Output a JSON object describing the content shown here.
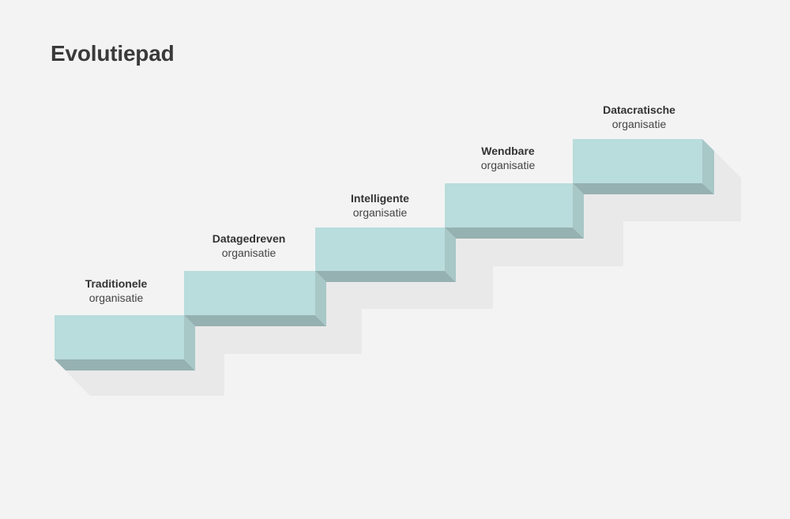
{
  "title": "Evolutiepad",
  "colors": {
    "background": "#f3f3f3",
    "front": "#b9dcdc",
    "bottom": "#96b1b1",
    "side": "#a8c7c7",
    "shadow": "#e8e8e8",
    "text": "#333333"
  },
  "steps": [
    {
      "title": "Traditionele",
      "subtitle": "organisatie"
    },
    {
      "title": "Datagedreven",
      "subtitle": "organisatie"
    },
    {
      "title": "Intelligente",
      "subtitle": "organisatie"
    },
    {
      "title": "Wendbare",
      "subtitle": "organisatie"
    },
    {
      "title": "Datacratische",
      "subtitle": "organisatie"
    }
  ]
}
